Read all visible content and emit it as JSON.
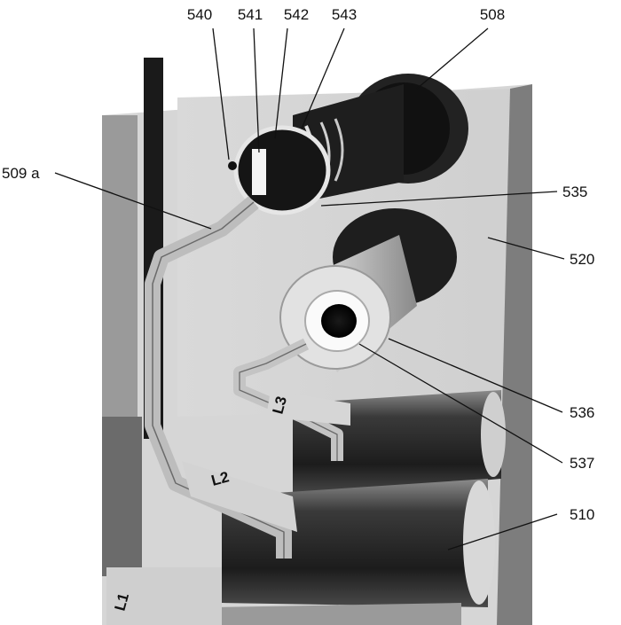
{
  "figure": {
    "reference_numerals": {
      "r540": "540",
      "r541": "541",
      "r542": "542",
      "r543": "543",
      "r508": "508",
      "r509a": "509 a",
      "r535": "535",
      "r520": "520",
      "r536": "536",
      "r537": "537",
      "r510": "510"
    },
    "part_labels": {
      "l1": "L1",
      "l2": "L2",
      "l3": "L3"
    }
  }
}
